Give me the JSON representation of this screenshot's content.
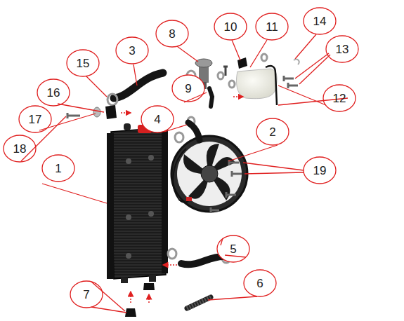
{
  "diagram": {
    "labels": [
      "1",
      "2",
      "3",
      "4",
      "5",
      "6",
      "7",
      "8",
      "9",
      "10",
      "11",
      "12",
      "13",
      "14",
      "15",
      "16",
      "17",
      "18",
      "19"
    ]
  }
}
